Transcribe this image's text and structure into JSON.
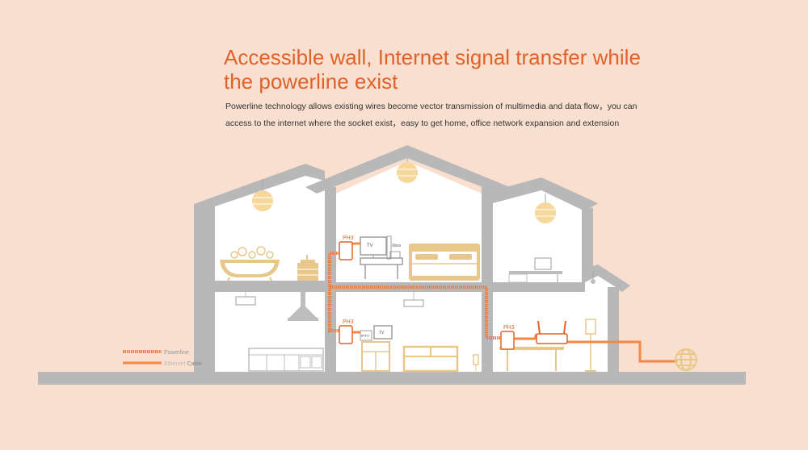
{
  "headline": {
    "line1": "Accessible wall, Internet signal transfer while",
    "line2": "the powerline exist"
  },
  "description": {
    "line1": "Powerline technology allows existing wires become vector transmission of multimedia and data flow，you can",
    "line2": "access to the internet where the socket exist，easy to get home, office network expansion and extension"
  },
  "devices": {
    "adapter_upper": "PH3",
    "adapter_lower": "PH3",
    "adapter_right": "PH3",
    "tv_upper": "TV",
    "xbox": "Xbox",
    "iptv": "IPTV",
    "tv_lower": "TV"
  },
  "legend": {
    "powerline": "Powerline",
    "ethernet_prefix": "Ethernet ",
    "ethernet_suffix": "Cable"
  },
  "icons": [
    "globe-icon",
    "lamp-icon",
    "router-icon",
    "bathtub-icon",
    "bed-icon"
  ],
  "colors": {
    "background": "#f8dfcf",
    "house": "#b8b8b8",
    "interior": "#ffffff",
    "accent": "#e0622a",
    "powerline": "#ef7a3a",
    "ethernet": "#f08a45",
    "furniture_gold": "#e8c88a",
    "furniture_gray": "#bdbdbd"
  }
}
